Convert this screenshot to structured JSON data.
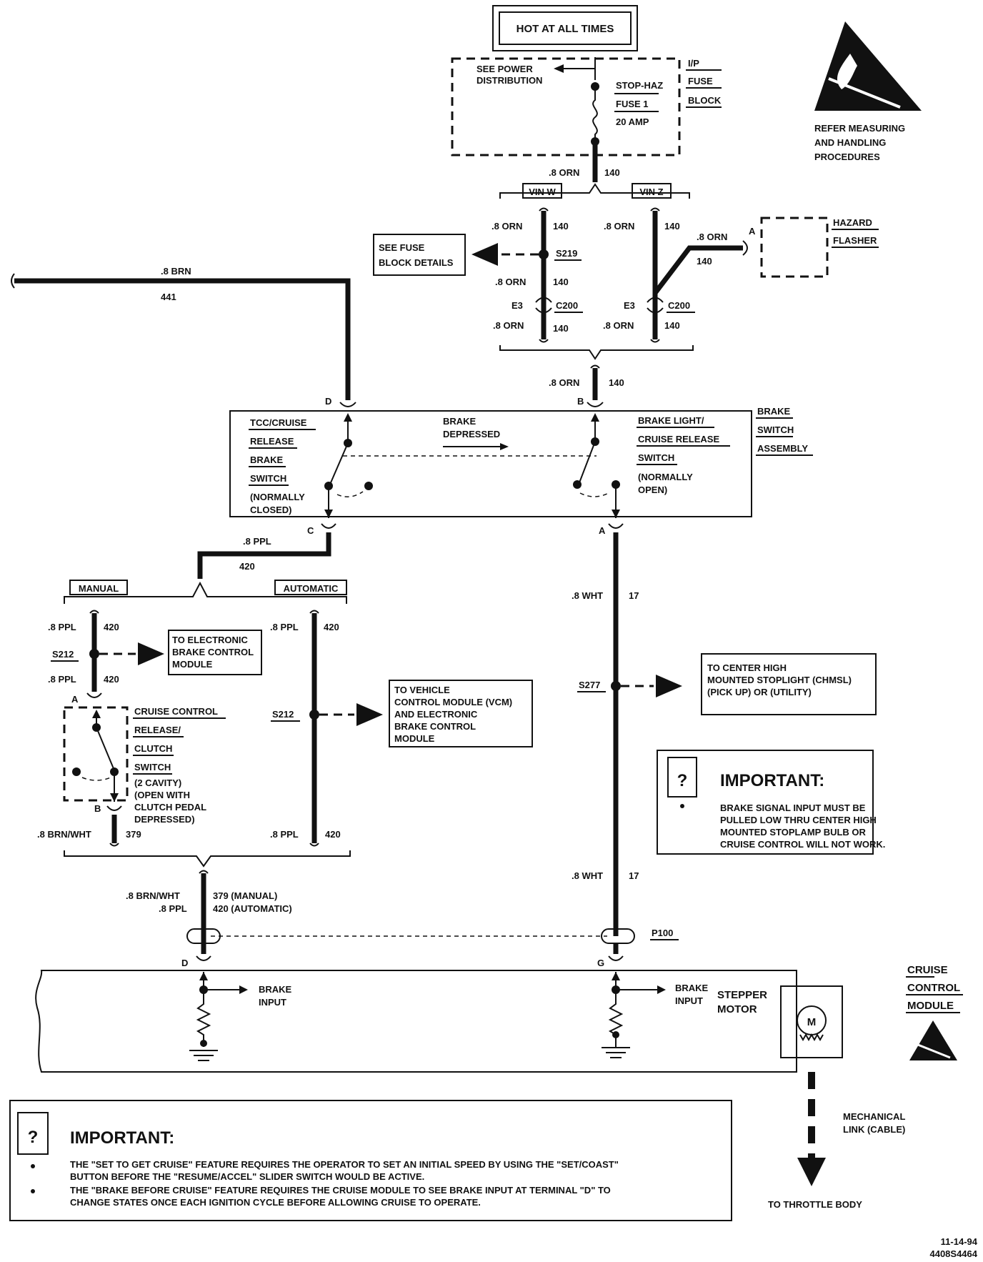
{
  "power": {
    "hot_label": "HOT AT ALL TIMES",
    "see_power": [
      "SEE POWER",
      "DISTRIBUTION"
    ],
    "fuse_name": "STOP-HAZ",
    "fuse_num": "FUSE 1",
    "fuse_amp": "20 AMP",
    "block_label": [
      "I/P",
      "FUSE",
      "BLOCK"
    ],
    "esd_caption": [
      "REFER MEASURING",
      "AND HANDLING",
      "PROCEDURES"
    ]
  },
  "wires": {
    "orn_08": ".8 ORN",
    "c140": "140",
    "brn_08": ".8 BRN",
    "c441": "441",
    "ppl_08": ".8 PPL",
    "c420": "420",
    "wht_08": ".8 WHT",
    "c17": "17",
    "brnwht_08": ".8 BRN/WHT",
    "c379": "379",
    "c379_manual": "379 (MANUAL)",
    "c420_auto": "420 (AUTOMATIC)"
  },
  "options": {
    "vin_w": "VIN W",
    "vin_z": "VIN Z",
    "manual": "MANUAL",
    "automatic": "AUTOMATIC"
  },
  "splices": {
    "s219": "S219",
    "c200": "C200",
    "e3": "E3",
    "s212": "S212",
    "s277": "S277",
    "p100": "P100"
  },
  "refs": {
    "fuse_block_details": [
      "SEE FUSE",
      "BLOCK DETAILS"
    ],
    "hazard_flasher": [
      "HAZARD",
      "FLASHER"
    ],
    "ebcm": [
      "TO ELECTRONIC",
      "BRAKE CONTROL",
      "MODULE"
    ],
    "vcm": [
      "TO VEHICLE",
      "CONTROL MODULE (VCM)",
      "AND ELECTRONIC",
      "BRAKE CONTROL",
      "MODULE"
    ],
    "chmsl": [
      "TO CENTER HIGH",
      "MOUNTED STOPLIGHT (CHMSL)",
      "(PICK UP) OR (UTILITY)"
    ]
  },
  "brake_switch": {
    "tcc": [
      "TCC/CRUISE",
      "RELEASE",
      "BRAKE",
      "SWITCH"
    ],
    "tcc_state": [
      "(NORMALLY",
      "CLOSED)"
    ],
    "depressed": [
      "BRAKE",
      "DEPRESSED"
    ],
    "bl": [
      "BRAKE LIGHT/",
      "CRUISE RELEASE",
      "SWITCH"
    ],
    "bl_state": [
      "(NORMALLY",
      "OPEN)"
    ],
    "assembly": [
      "BRAKE",
      "SWITCH",
      "ASSEMBLY"
    ],
    "pins": {
      "d": "D",
      "b": "B",
      "c": "C",
      "a": "A",
      "g": "G"
    }
  },
  "clutch_switch": {
    "label": [
      "CRUISE CONTROL",
      "RELEASE/",
      "CLUTCH",
      "SWITCH"
    ],
    "note": [
      "(2 CAVITY)",
      "(OPEN WITH",
      "CLUTCH PEDAL",
      "DEPRESSED)"
    ]
  },
  "important1": {
    "title": "IMPORTANT:",
    "text": [
      "BRAKE SIGNAL INPUT MUST BE",
      "PULLED LOW THRU CENTER HIGH",
      "MOUNTED STOPLAMP BULB OR",
      "CRUISE CONTROL WILL NOT WORK."
    ]
  },
  "module": {
    "brake_input": [
      "BRAKE",
      "INPUT"
    ],
    "stepper": [
      "STEPPER",
      "MOTOR"
    ],
    "motor_symbol": "M",
    "label": [
      "CRUISE",
      "CONTROL",
      "MODULE"
    ],
    "mech_link": [
      "MECHANICAL",
      "LINK (CABLE)"
    ],
    "throttle": "TO THROTTLE BODY"
  },
  "important2": {
    "title": "IMPORTANT:",
    "lines": [
      "THE \"SET TO GET CRUISE\" FEATURE REQUIRES THE OPERATOR TO SET AN INITIAL SPEED BY USING THE \"SET/COAST\"",
      "BUTTON BEFORE THE \"RESUME/ACCEL\" SLIDER SWITCH WOULD BE ACTIVE.",
      "THE \"BRAKE BEFORE CRUISE\" FEATURE REQUIRES THE CRUISE MODULE TO SEE BRAKE INPUT AT TERMINAL \"D\" TO",
      "CHANGE STATES ONCE EACH IGNITION CYCLE BEFORE ALLOWING CRUISE TO OPERATE."
    ]
  },
  "footer": {
    "date": "11-14-94",
    "code": "4408S4464"
  }
}
